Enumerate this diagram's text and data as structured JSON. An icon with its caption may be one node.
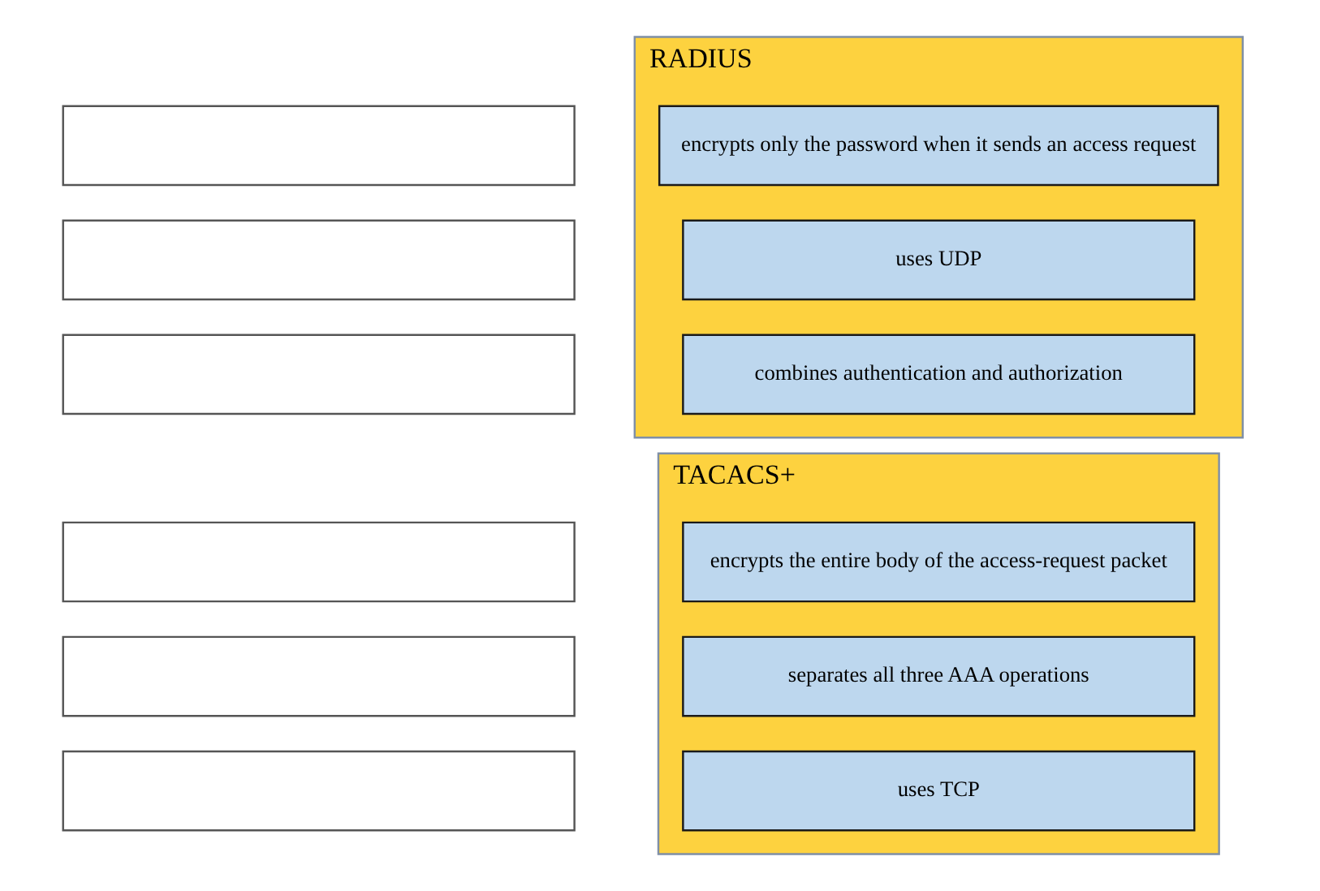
{
  "diagram": {
    "nodes": [
      {
        "text": [],
        "shape": "box"
      },
      {
        "text": [],
        "shape": "box"
      },
      {
        "text": [],
        "shape": "box"
      },
      {
        "text": [],
        "shape": "box"
      },
      {
        "text": [],
        "shape": "box"
      },
      {
        "text": [],
        "shape": "box"
      },
      {
        "text": [
          "RADIUS"
        ]
      },
      {
        "text": [
          "encrypts only the password when it sends an access request"
        ],
        "in": 6
      },
      {
        "text": [
          "uses UDP"
        ],
        "in": 6
      },
      {
        "text": [
          "combines authentication and authorization"
        ],
        "in": 6
      },
      {
        "text": [
          "TACACS+"
        ]
      },
      {
        "text": [
          "encrypts the entire body of the access-request packet"
        ],
        "in": 10
      },
      {
        "text": [
          "separates all three AAA operations"
        ],
        "in": 10
      },
      {
        "text": [
          "uses TCP"
        ],
        "in": 10
      }
    ]
  }
}
